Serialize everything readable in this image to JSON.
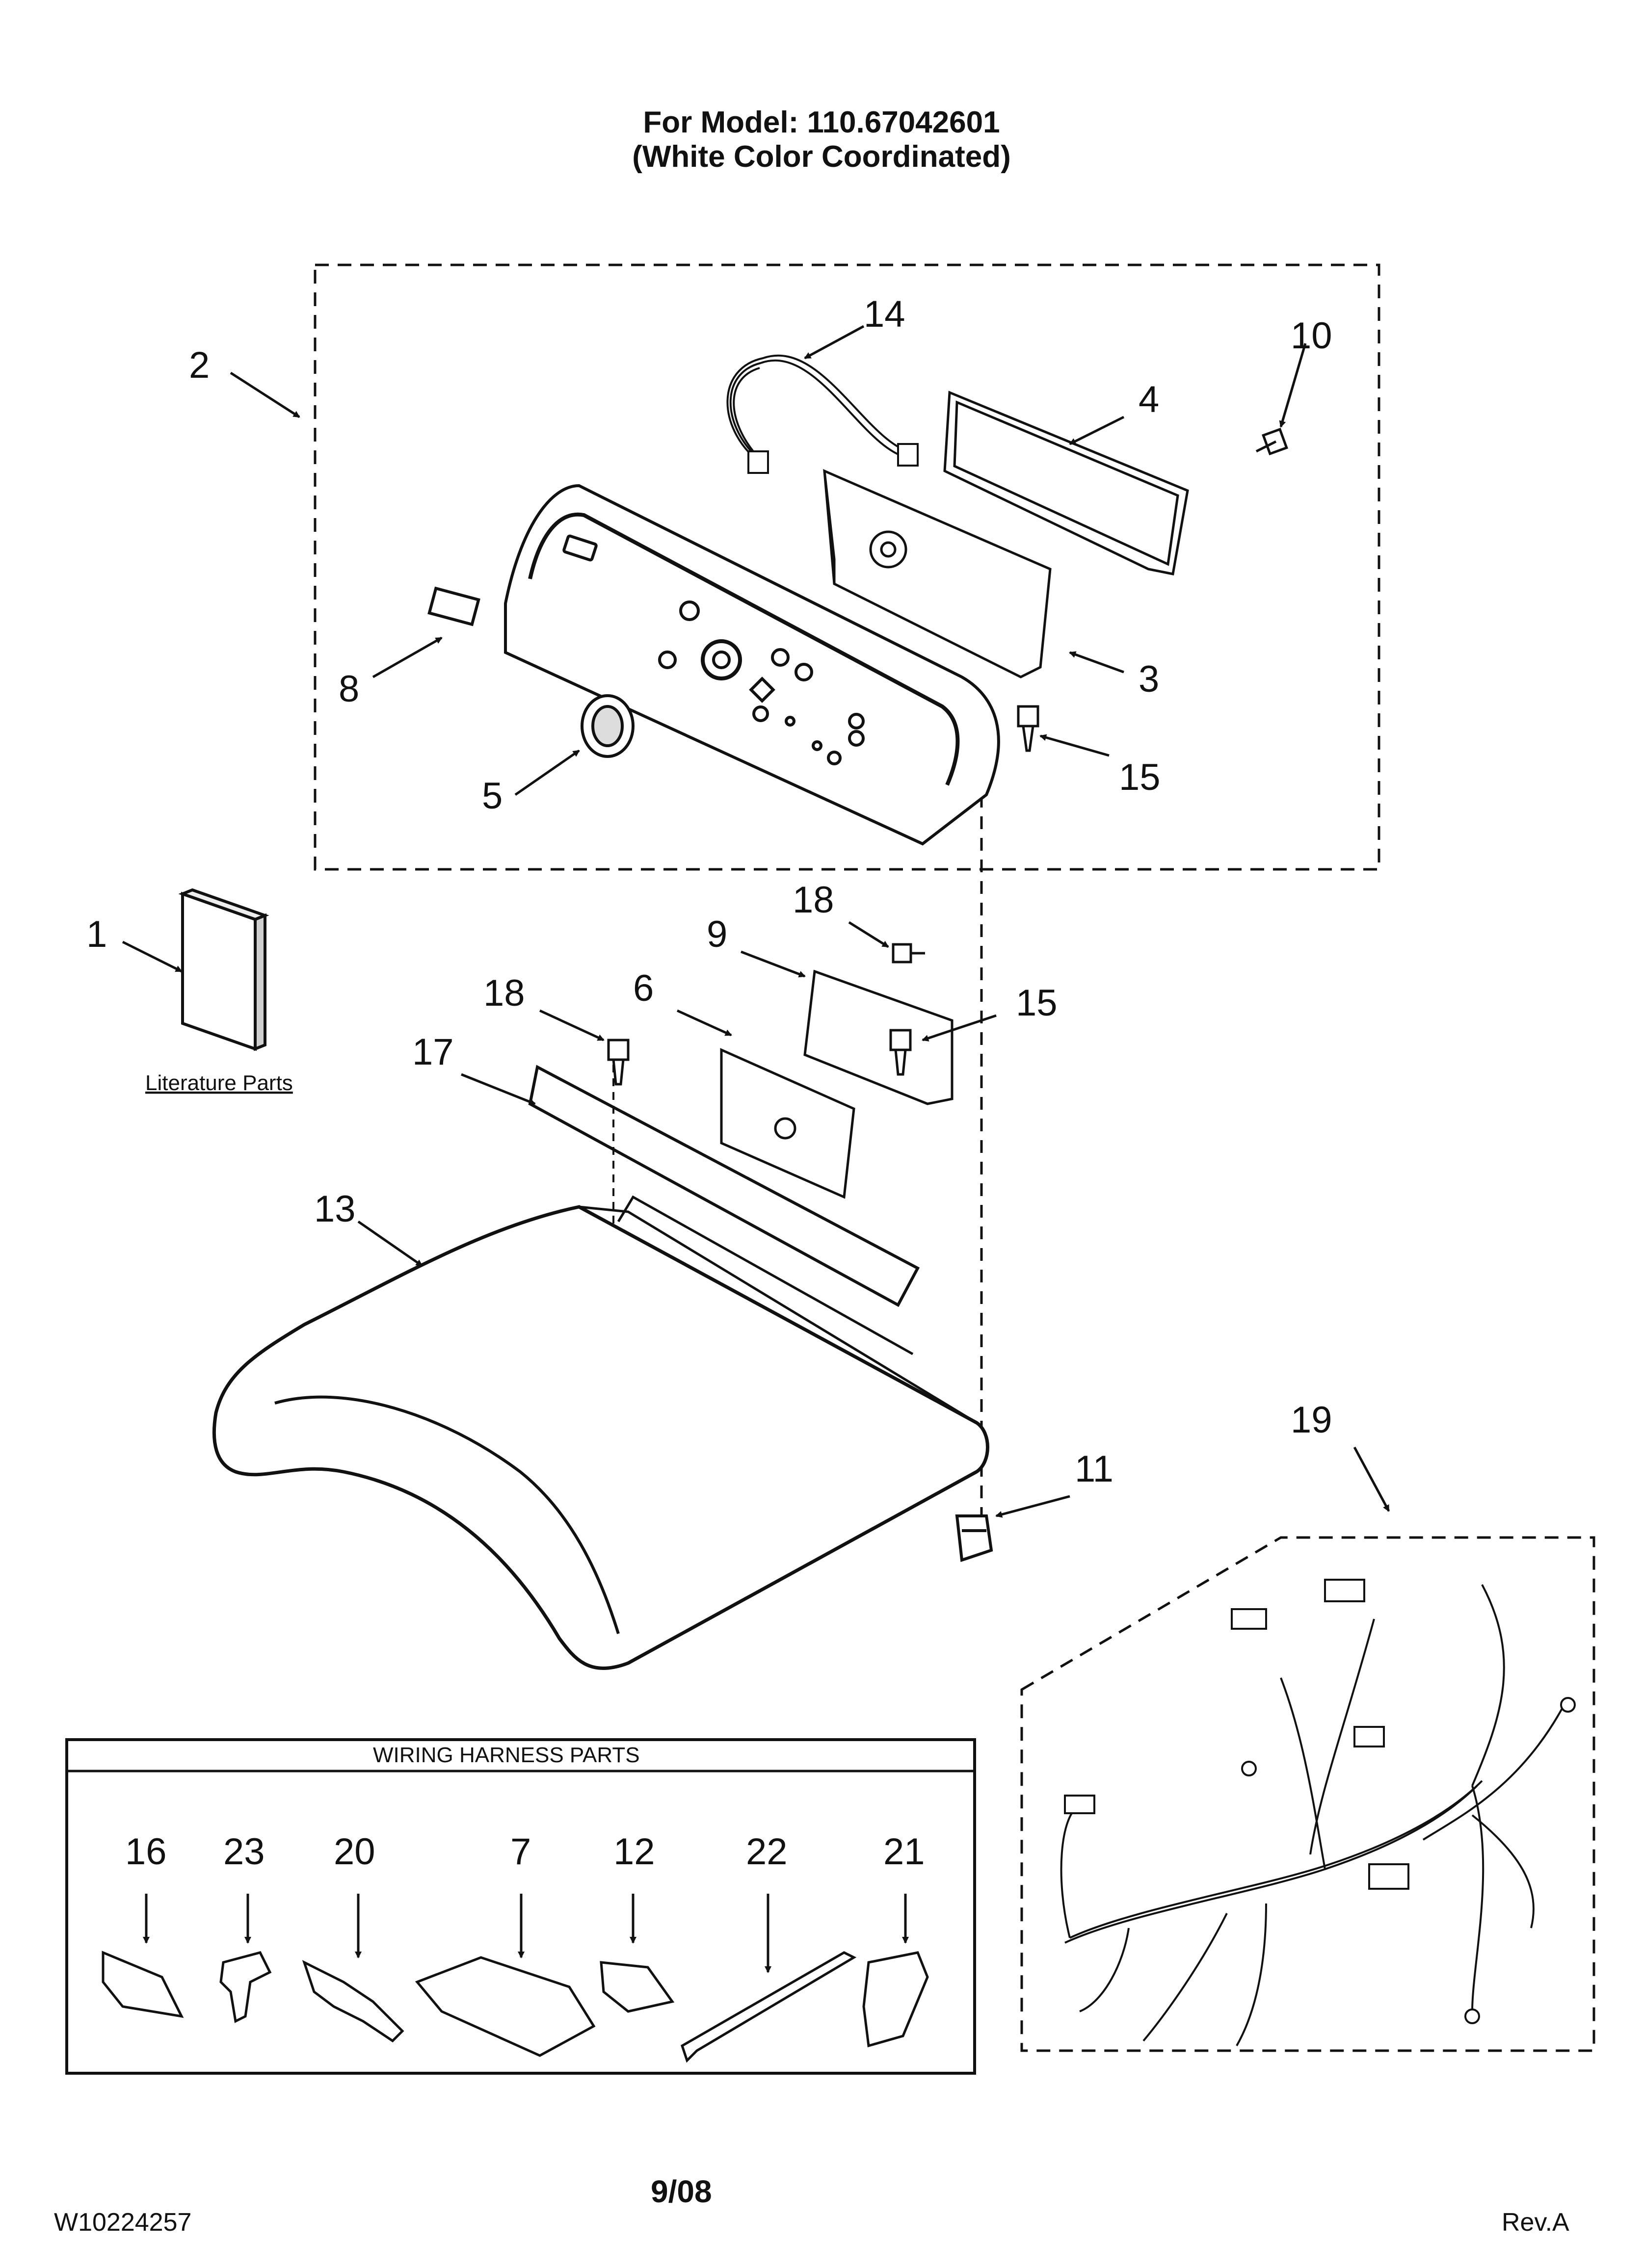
{
  "header": {
    "model_line": "For Model: 110.67042601",
    "variant_line": "(White Color Coordinated)"
  },
  "callouts": {
    "c1": "1",
    "c2": "2",
    "c3": "3",
    "c4": "4",
    "c5": "5",
    "c6": "6",
    "c7": "7",
    "c8": "8",
    "c9": "9",
    "c10": "10",
    "c11": "11",
    "c12": "12",
    "c13": "13",
    "c14": "14",
    "c15a": "15",
    "c15b": "15",
    "c16": "16",
    "c17": "17",
    "c18a": "18",
    "c18b": "18",
    "c19": "19",
    "c20": "20",
    "c21": "21",
    "c22": "22",
    "c23": "23"
  },
  "literature_label": "Literature Parts",
  "wiring_box_title": "WIRING HARNESS PARTS",
  "footer": {
    "doc_number": "W10224257",
    "date": "9/08",
    "revision": "Rev.A"
  },
  "colors": {
    "line": "#111111",
    "panel": "#ffffff",
    "shade": "#cfcfcf"
  }
}
